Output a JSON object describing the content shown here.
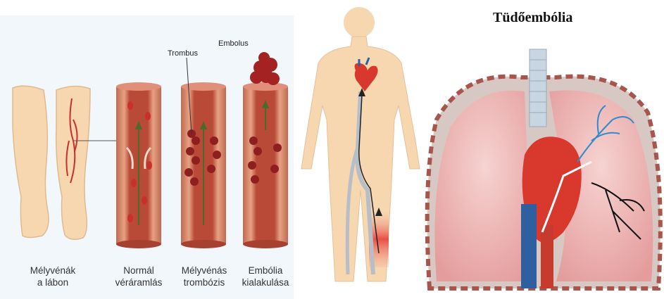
{
  "left_panel": {
    "labels": [
      {
        "line1": "Mélyvénák",
        "line2": "a lábon"
      },
      {
        "line1": "Normál",
        "line2": "véráramlás"
      },
      {
        "line1": "Mélyvénás",
        "line2": "trombózis"
      },
      {
        "line1": "Embólia",
        "line2": "kialakulása"
      }
    ],
    "callouts": {
      "thrombus": "Trombus",
      "embolus": "Embolus"
    }
  },
  "right_panel": {
    "title": "Tüdőembólia"
  },
  "colors": {
    "panel_bg": "#f2f7fb",
    "skin": "#f6d7b0",
    "vessel_wall": "#d27d63",
    "vessel_inner": "#9e3a2c",
    "blood_cell": "#c9302c",
    "lung": "#f0b6b6",
    "ribs": "#a8554d"
  }
}
